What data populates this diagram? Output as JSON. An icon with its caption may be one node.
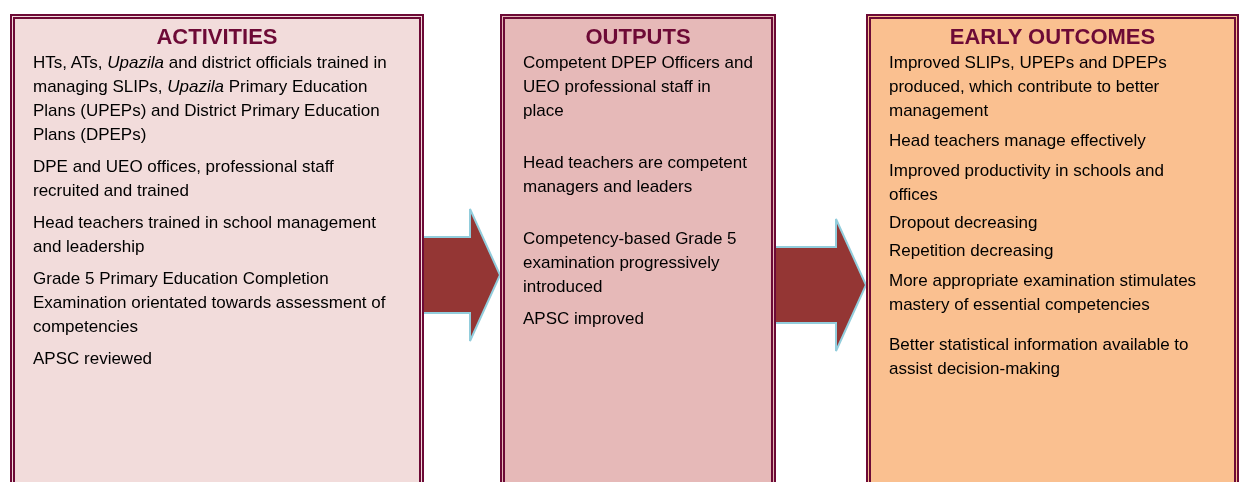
{
  "diagram": {
    "nodes": [
      {
        "text": [
          "ACTIVITIES",
          "HTs, ATs, *Upazila* and district officials trained in managing SLIPs, *Upazila* Primary Education Plans (UPEPs) and District Primary Education Plans (DPEPs)",
          "DPE and UEO offices, professional staff recruited and trained",
          "Head teachers trained in school management and leadership",
          "Grade 5 Primary Education Completion Examination orientated towards assessment of competencies",
          "APSC reviewed"
        ]
      },
      {
        "text": [
          "OUTPUTS",
          "Competent DPEP Officers and UEO professional staff in place",
          "Head teachers are competent managers and leaders",
          "Competency-based Grade 5 examination progressively introduced",
          "APSC improved"
        ]
      },
      {
        "text": [
          "EARLY OUTCOMES",
          "Improved SLIPs, UPEPs and DPEPs produced, which contribute to better management",
          "Head teachers manage effectively",
          "Improved productivity in schools and offices",
          "Dropout decreasing",
          "Repetition decreasing",
          "More appropriate examination stimulates mastery of essential competencies",
          "Better statistical information available to assist decision-making"
        ]
      }
    ],
    "edges": [
      {
        "from": 0,
        "to": 1,
        "arrow": "to",
        "style": "thick",
        "color": "#943634"
      },
      {
        "from": 1,
        "to": 2,
        "arrow": "to",
        "style": "thick",
        "color": "#943634"
      }
    ]
  }
}
